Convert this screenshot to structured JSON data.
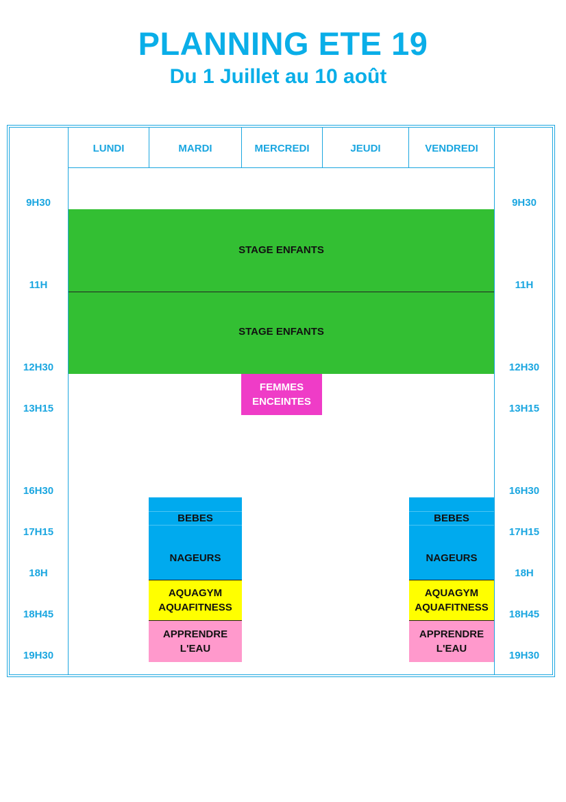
{
  "title": "PLANNING ETE 19",
  "subtitle": "Du 1 Juillet au 10 août",
  "days": [
    "LUNDI",
    "MARDI",
    "MERCREDI",
    "JEUDI",
    "VENDREDI"
  ],
  "times": [
    "9H30",
    "11H",
    "12H30",
    "13H15",
    "16H30",
    "17H15",
    "18H",
    "18H45",
    "19H30"
  ],
  "activities": {
    "stage_enfants_1": "STAGE ENFANTS",
    "stage_enfants_2": "STAGE ENFANTS",
    "femmes_enceintes": "FEMMES ENCEINTES",
    "mardi_bebes": "BEBES",
    "mardi_nageurs": "NAGEURS",
    "mardi_aquagym": "AQUAGYM AQUAFITNESS",
    "mardi_apprendre": "APPRENDRE L'EAU",
    "vendredi_bebes": "BEBES",
    "vendredi_nageurs": "NAGEURS",
    "vendredi_aquagym": "AQUAGYM AQUAFITNESS",
    "vendredi_apprendre": "APPRENDRE L'EAU"
  },
  "colors": {
    "title": "#0aaee8",
    "grid": "#1aa6e0",
    "stage": "#33bf33",
    "femmes": "#ef3cc7",
    "bebes_nageurs": "#00aaee",
    "aquagym": "#ffff00",
    "apprendre": "#ff99cc"
  }
}
